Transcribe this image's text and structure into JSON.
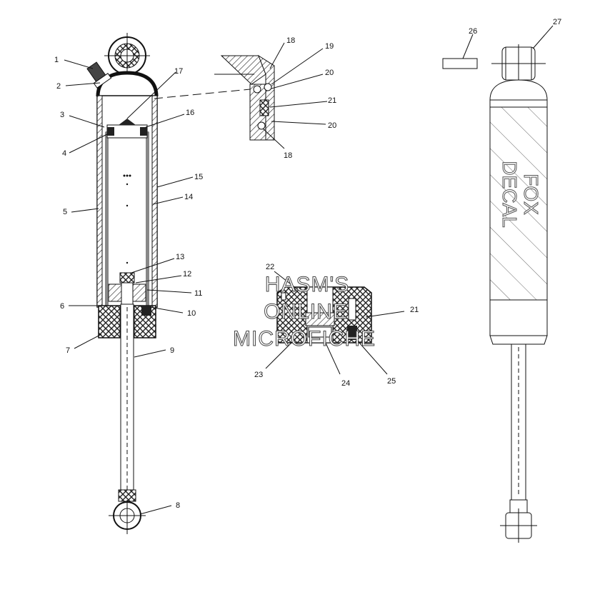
{
  "callouts": [
    "1",
    "2",
    "3",
    "4",
    "5",
    "6",
    "7",
    "8",
    "9",
    "10",
    "11",
    "12",
    "13",
    "14",
    "15",
    "16",
    "17",
    "18",
    "19",
    "20",
    "21",
    "20",
    "18",
    "22",
    "21",
    "23",
    "24",
    "25",
    "26",
    "27"
  ],
  "watermark": {
    "line1": "HASM'S",
    "line2": "ONLINE",
    "line3": "MICROFICHE"
  },
  "decal": {
    "line1": "FOX",
    "line2": "DECAL"
  }
}
